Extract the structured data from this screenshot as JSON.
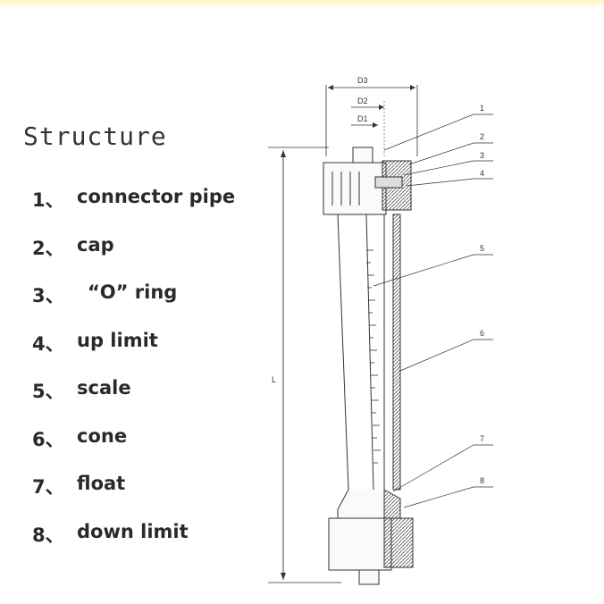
{
  "structure": {
    "title": "Structure",
    "parts": [
      {
        "num": "1、",
        "name": "connector pipe"
      },
      {
        "num": "2、",
        "name": "cap"
      },
      {
        "num": "3、",
        "name": "“O” ring"
      },
      {
        "num": "4、",
        "name": "up limit"
      },
      {
        "num": "5、",
        "name": "scale"
      },
      {
        "num": "6、",
        "name": "cone"
      },
      {
        "num": "7、",
        "name": "float"
      },
      {
        "num": "8、",
        "name": "down limit"
      }
    ]
  },
  "diagram": {
    "dimensions": {
      "d3": "D3",
      "d2": "D2",
      "d1": "D1",
      "length": "L"
    },
    "callouts": [
      "1",
      "2",
      "3",
      "4",
      "5",
      "6",
      "7",
      "8"
    ]
  }
}
